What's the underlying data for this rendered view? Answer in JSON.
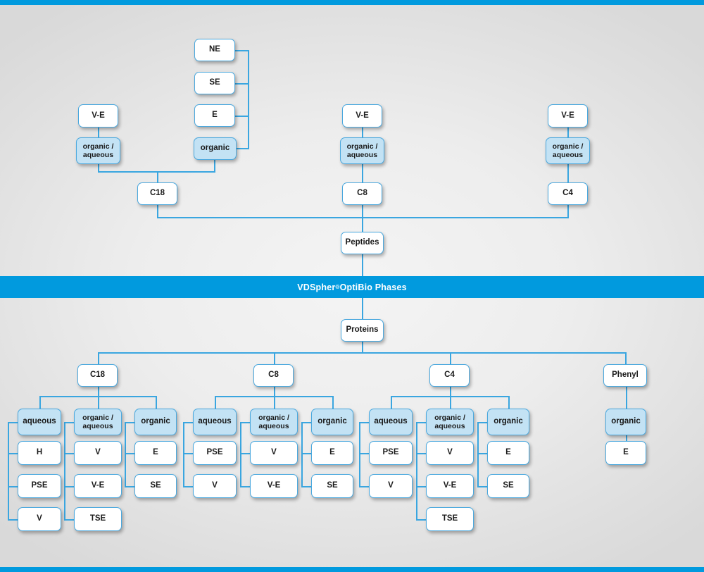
{
  "banner": {
    "text_before": "VDSpher",
    "sup": "®",
    "text_after": " OptiBio Phases"
  },
  "colors": {
    "accent": "#019ade",
    "connector": "#3aa6e0",
    "node_border": "#4aa8de",
    "node_fill": "#ffffff",
    "node_fill_highlight": "#c3e2f4",
    "background": "#ededed"
  },
  "peptides": {
    "root_label": "Peptides",
    "branches": [
      {
        "label": "C18",
        "modes": [
          {
            "label_line1": "organic /",
            "label_line2": "aqueous",
            "highlight": true,
            "children": [
              "V-E"
            ]
          },
          {
            "label_line1": "organic",
            "label_line2": "",
            "highlight": true,
            "children": [
              "NE",
              "SE",
              "E"
            ]
          }
        ]
      },
      {
        "label": "C8",
        "modes": [
          {
            "label_line1": "organic /",
            "label_line2": "aqueous",
            "highlight": true,
            "children": [
              "V-E"
            ]
          }
        ]
      },
      {
        "label": "C4",
        "modes": [
          {
            "label_line1": "organic /",
            "label_line2": "aqueous",
            "highlight": true,
            "children": [
              "V-E"
            ]
          }
        ]
      }
    ]
  },
  "proteins": {
    "root_label": "Proteins",
    "branches": [
      {
        "label": "C18",
        "groups": [
          {
            "label_line1": "aqueous",
            "label_line2": "",
            "items": [
              "H",
              "PSE",
              "V"
            ]
          },
          {
            "label_line1": "organic /",
            "label_line2": "aqueous",
            "items": [
              "V",
              "V-E",
              "TSE"
            ]
          },
          {
            "label_line1": "organic",
            "label_line2": "",
            "items": [
              "E",
              "SE"
            ]
          }
        ]
      },
      {
        "label": "C8",
        "groups": [
          {
            "label_line1": "aqueous",
            "label_line2": "",
            "items": [
              "PSE",
              "V"
            ]
          },
          {
            "label_line1": "organic /",
            "label_line2": "aqueous",
            "items": [
              "V",
              "V-E"
            ]
          },
          {
            "label_line1": "organic",
            "label_line2": "",
            "items": [
              "E",
              "SE"
            ]
          }
        ]
      },
      {
        "label": "C4",
        "groups": [
          {
            "label_line1": "aqueous",
            "label_line2": "",
            "items": [
              "PSE",
              "V"
            ]
          },
          {
            "label_line1": "organic /",
            "label_line2": "aqueous",
            "items": [
              "V",
              "V-E",
              "TSE"
            ]
          },
          {
            "label_line1": "organic",
            "label_line2": "",
            "items": [
              "E",
              "SE"
            ]
          }
        ]
      },
      {
        "label": "Phenyl",
        "groups": [
          {
            "label_line1": "organic",
            "label_line2": "",
            "items": [
              "E"
            ]
          }
        ]
      }
    ]
  }
}
